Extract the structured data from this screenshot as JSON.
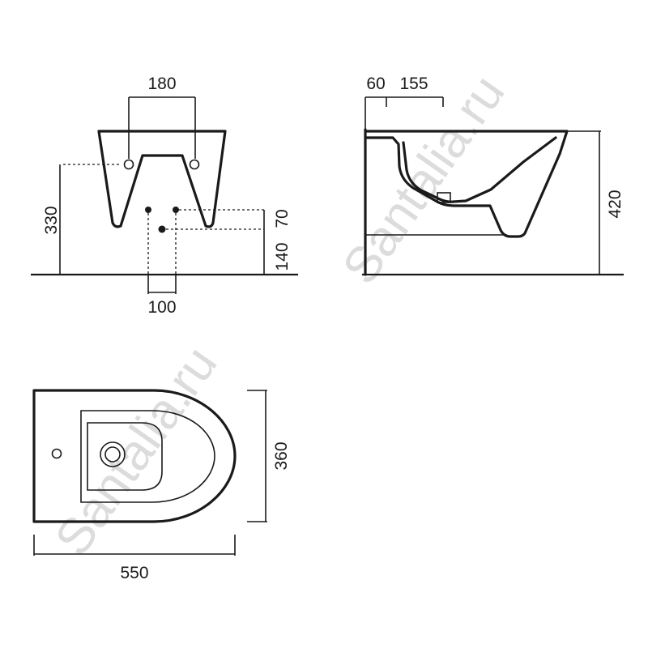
{
  "watermark": "Santalia.ru",
  "front_view": {
    "dim_top": "180",
    "dim_left": "330",
    "dim_right_upper": "70",
    "dim_right_lower": "140",
    "dim_bottom": "100"
  },
  "side_view": {
    "dim_top_a": "60",
    "dim_top_b": "155",
    "dim_height": "420"
  },
  "top_view": {
    "dim_width": "360",
    "dim_length": "550"
  }
}
